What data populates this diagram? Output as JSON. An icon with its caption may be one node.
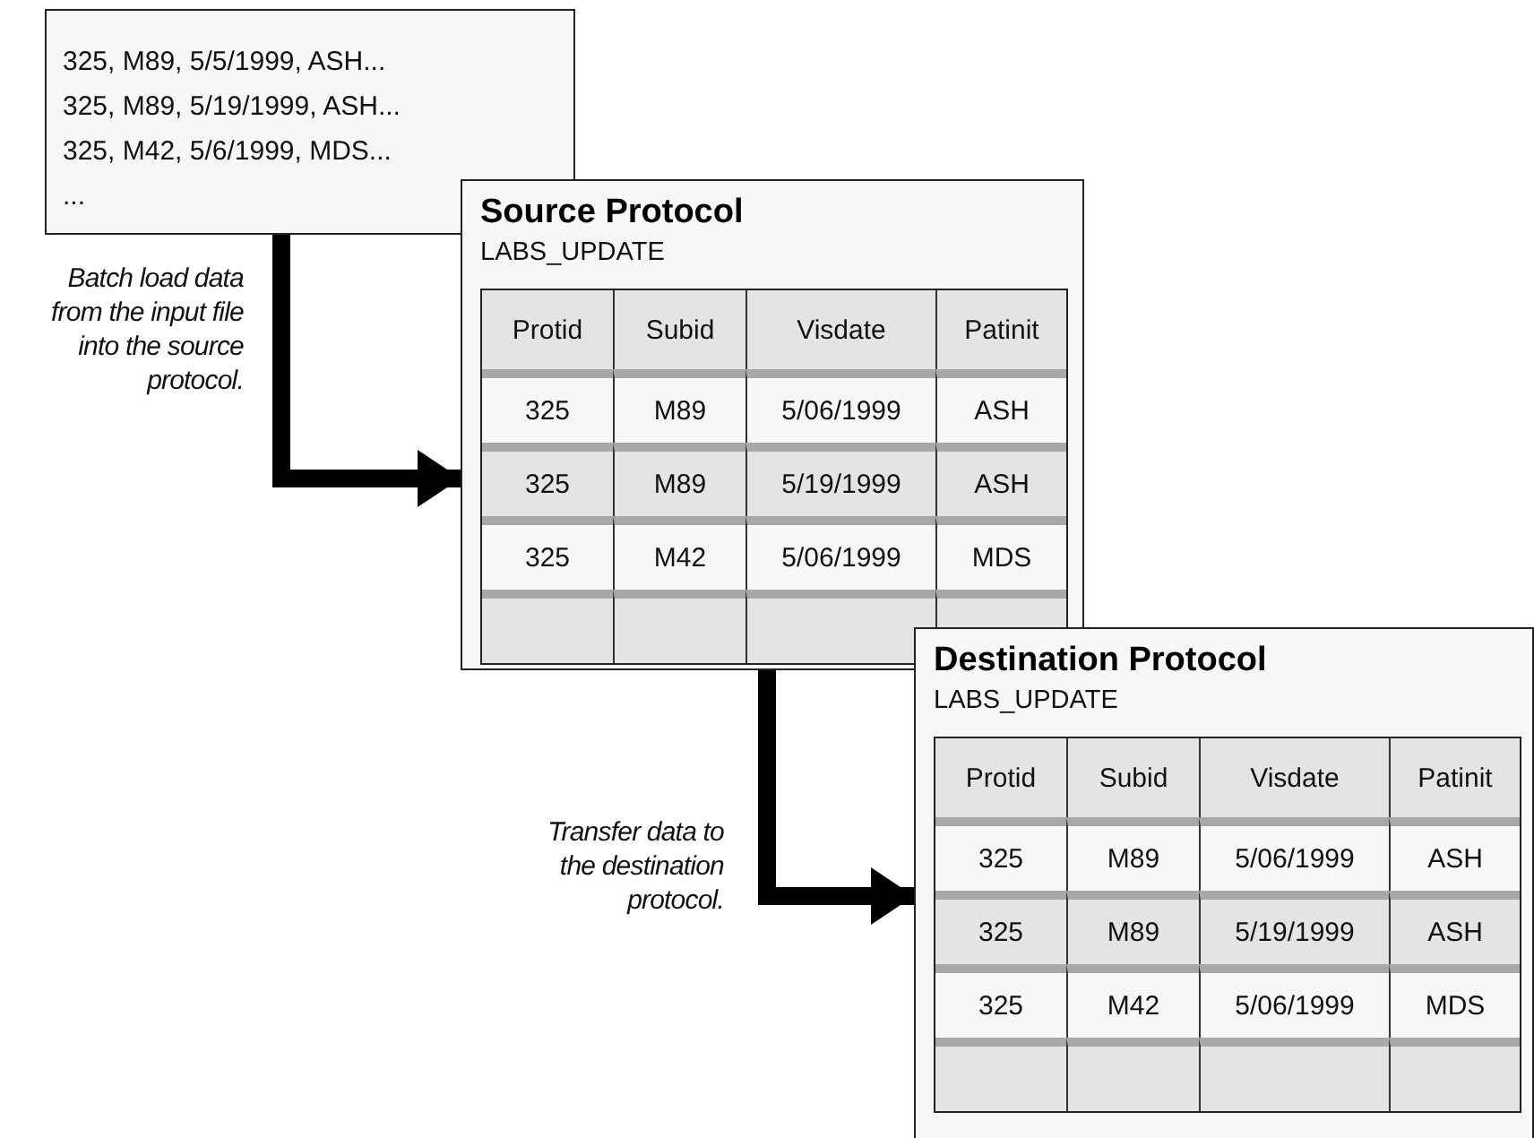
{
  "diagram": {
    "nodes": [
      {
        "text": [
          "325, M89, 5/5/1999, ASH...",
          "325, M89, 5/19/1999, ASH...",
          "325, M42, 5/6/1999, MDS...",
          "..."
        ]
      },
      {
        "text": [
          "Source Protocol",
          "LABS_UPDATE"
        ]
      },
      {
        "text": [
          "Destination Protocol",
          "LABS_UPDATE"
        ]
      }
    ],
    "edges": [
      {
        "from": 0,
        "to": 1,
        "arrow": "to",
        "label": "Batch load data from the input file into the source protocol."
      },
      {
        "from": 1,
        "to": 2,
        "arrow": "to",
        "label": "Transfer data to the destination protocol."
      }
    ],
    "labels": [
      "Protid",
      "Subid",
      "Visdate",
      "Patinit",
      "325",
      "M89",
      "5/06/1999",
      "ASH",
      "325",
      "M89",
      "5/19/1999",
      "ASH",
      "325",
      "M42",
      "5/06/1999",
      "MDS",
      "Protid",
      "Subid",
      "Visdate",
      "Patinit",
      "325",
      "M89",
      "5/06/1999",
      "ASH",
      "325",
      "M89",
      "5/19/1999",
      "ASH",
      "325",
      "M42",
      "5/06/1999",
      "MDS"
    ]
  }
}
